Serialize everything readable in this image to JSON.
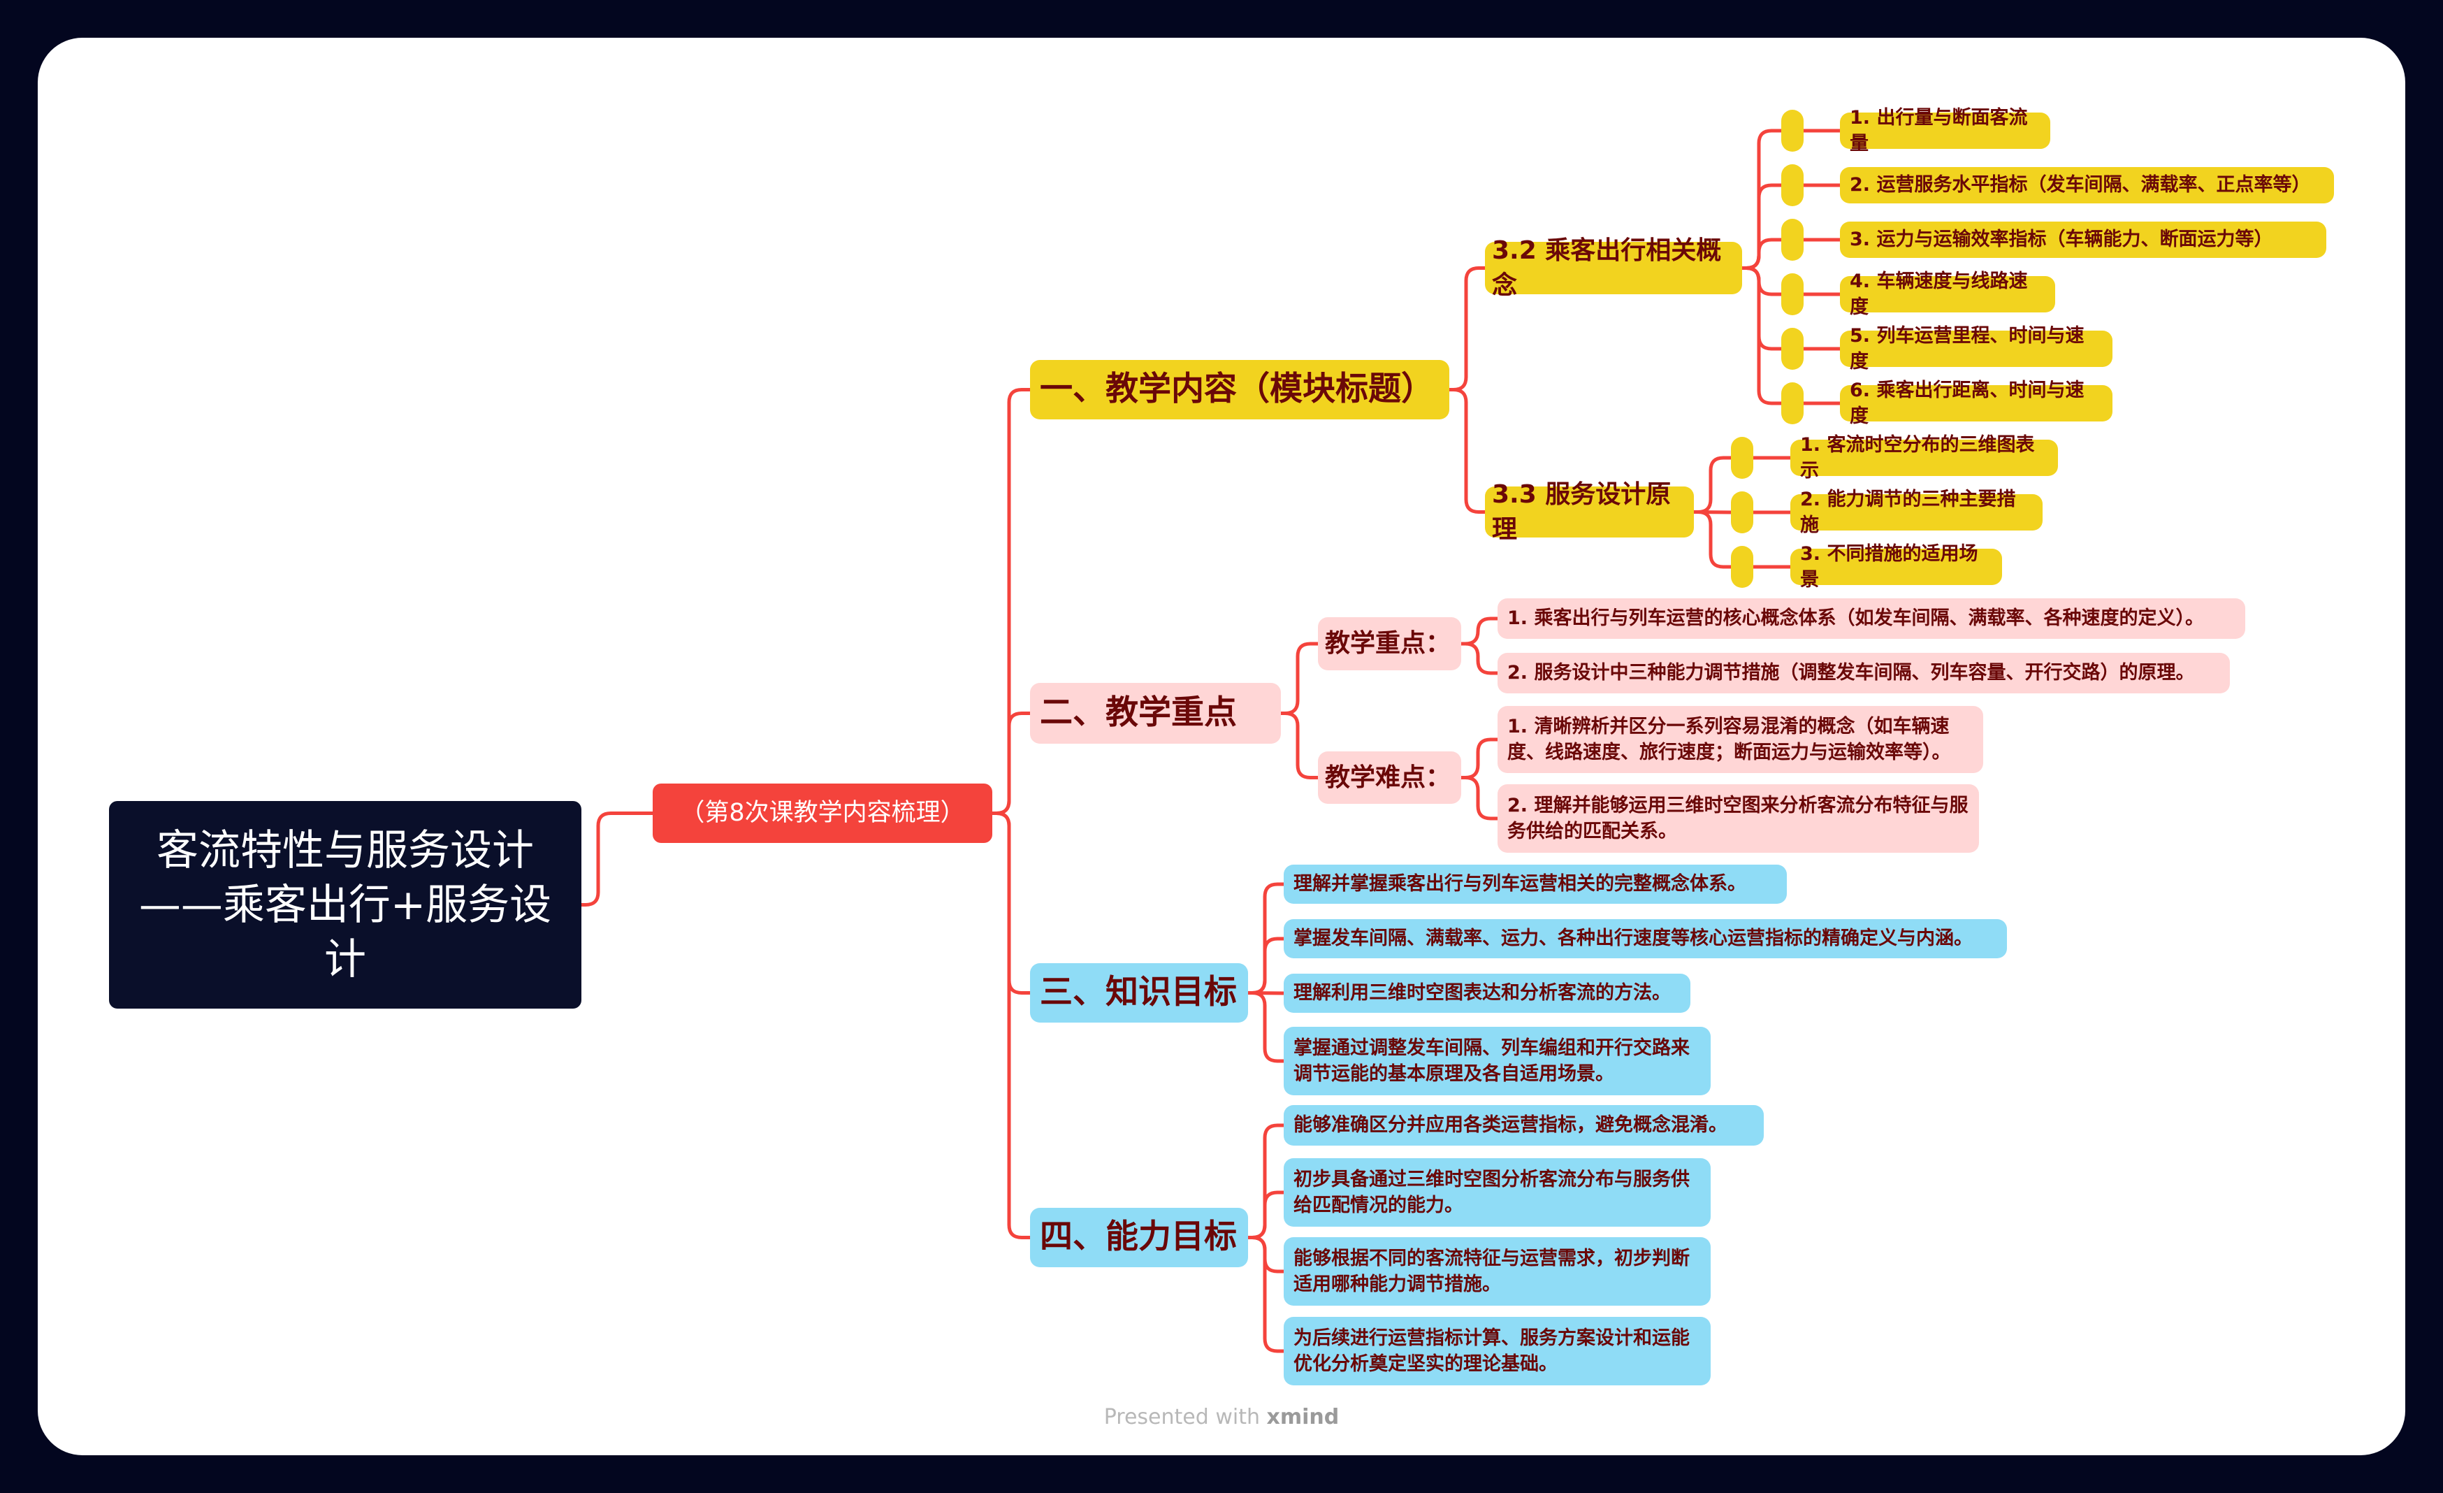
{
  "root": {
    "title": "客流特性与服务设计——乘客出行+服务设计"
  },
  "subroot": {
    "label": "（第8次课教学内容梳理）"
  },
  "branches": {
    "content": {
      "label": "一、教学内容（模块标题）",
      "s32": {
        "label": "3.2 乘客出行相关概念",
        "items": [
          "1. 出行量与断面客流量",
          "2. 运营服务水平指标（发车间隔、满载率、正点率等）",
          "3. 运力与运输效率指标（车辆能力、断面运力等）",
          "4. 车辆速度与线路速度",
          "5. 列车运营里程、时间与速度",
          "6. 乘客出行距离、时间与速度"
        ]
      },
      "s33": {
        "label": "3.3 服务设计原理",
        "items": [
          "1. 客流时空分布的三维图表示",
          "2. 能力调节的三种主要措施",
          "3. 不同措施的适用场景"
        ]
      }
    },
    "keypoints": {
      "label": "二、教学重点",
      "focus": {
        "label": "教学重点：",
        "items": [
          "1. 乘客出行与列车运营的核心概念体系（如发车间隔、满载率、各种速度的定义）。",
          "2. 服务设计中三种能力调节措施（调整发车间隔、列车容量、开行交路）的原理。"
        ]
      },
      "difficulty": {
        "label": "教学难点：",
        "items": [
          "1. 清晰辨析并区分一系列容易混淆的概念（如车辆速度、线路速度、旅行速度；断面运力与运输效率等）。",
          "2. 理解并能够运用三维时空图来分析客流分布特征与服务供给的匹配关系。"
        ]
      }
    },
    "knowledge": {
      "label": "三、知识目标",
      "items": [
        "理解并掌握乘客出行与列车运营相关的完整概念体系。",
        "掌握发车间隔、满载率、运力、各种出行速度等核心运营指标的精确定义与内涵。",
        "理解利用三维时空图表达和分析客流的方法。",
        "掌握通过调整发车间隔、列车编组和开行交路来调节运能的基本原理及各自适用场景。"
      ]
    },
    "ability": {
      "label": "四、能力目标",
      "items": [
        "能够准确区分并应用各类运营指标，避免概念混淆。",
        "初步具备通过三维时空图分析客流分布与服务供给匹配情况的能力。",
        "能够根据不同的客流特征与运营需求，初步判断适用哪种能力调节措施。",
        "为后续进行运营指标计算、服务方案设计和运能优化分析奠定坚实的理论基础。"
      ]
    }
  },
  "footer": {
    "prefix": "Presented with",
    "brand": "xmind"
  },
  "colors": {
    "background": "#03061f",
    "line": "#f4433c",
    "yellow": "#f2d31f",
    "pink": "#ffd6d6",
    "blue": "#8fdcf6",
    "text": "#6a0808"
  }
}
